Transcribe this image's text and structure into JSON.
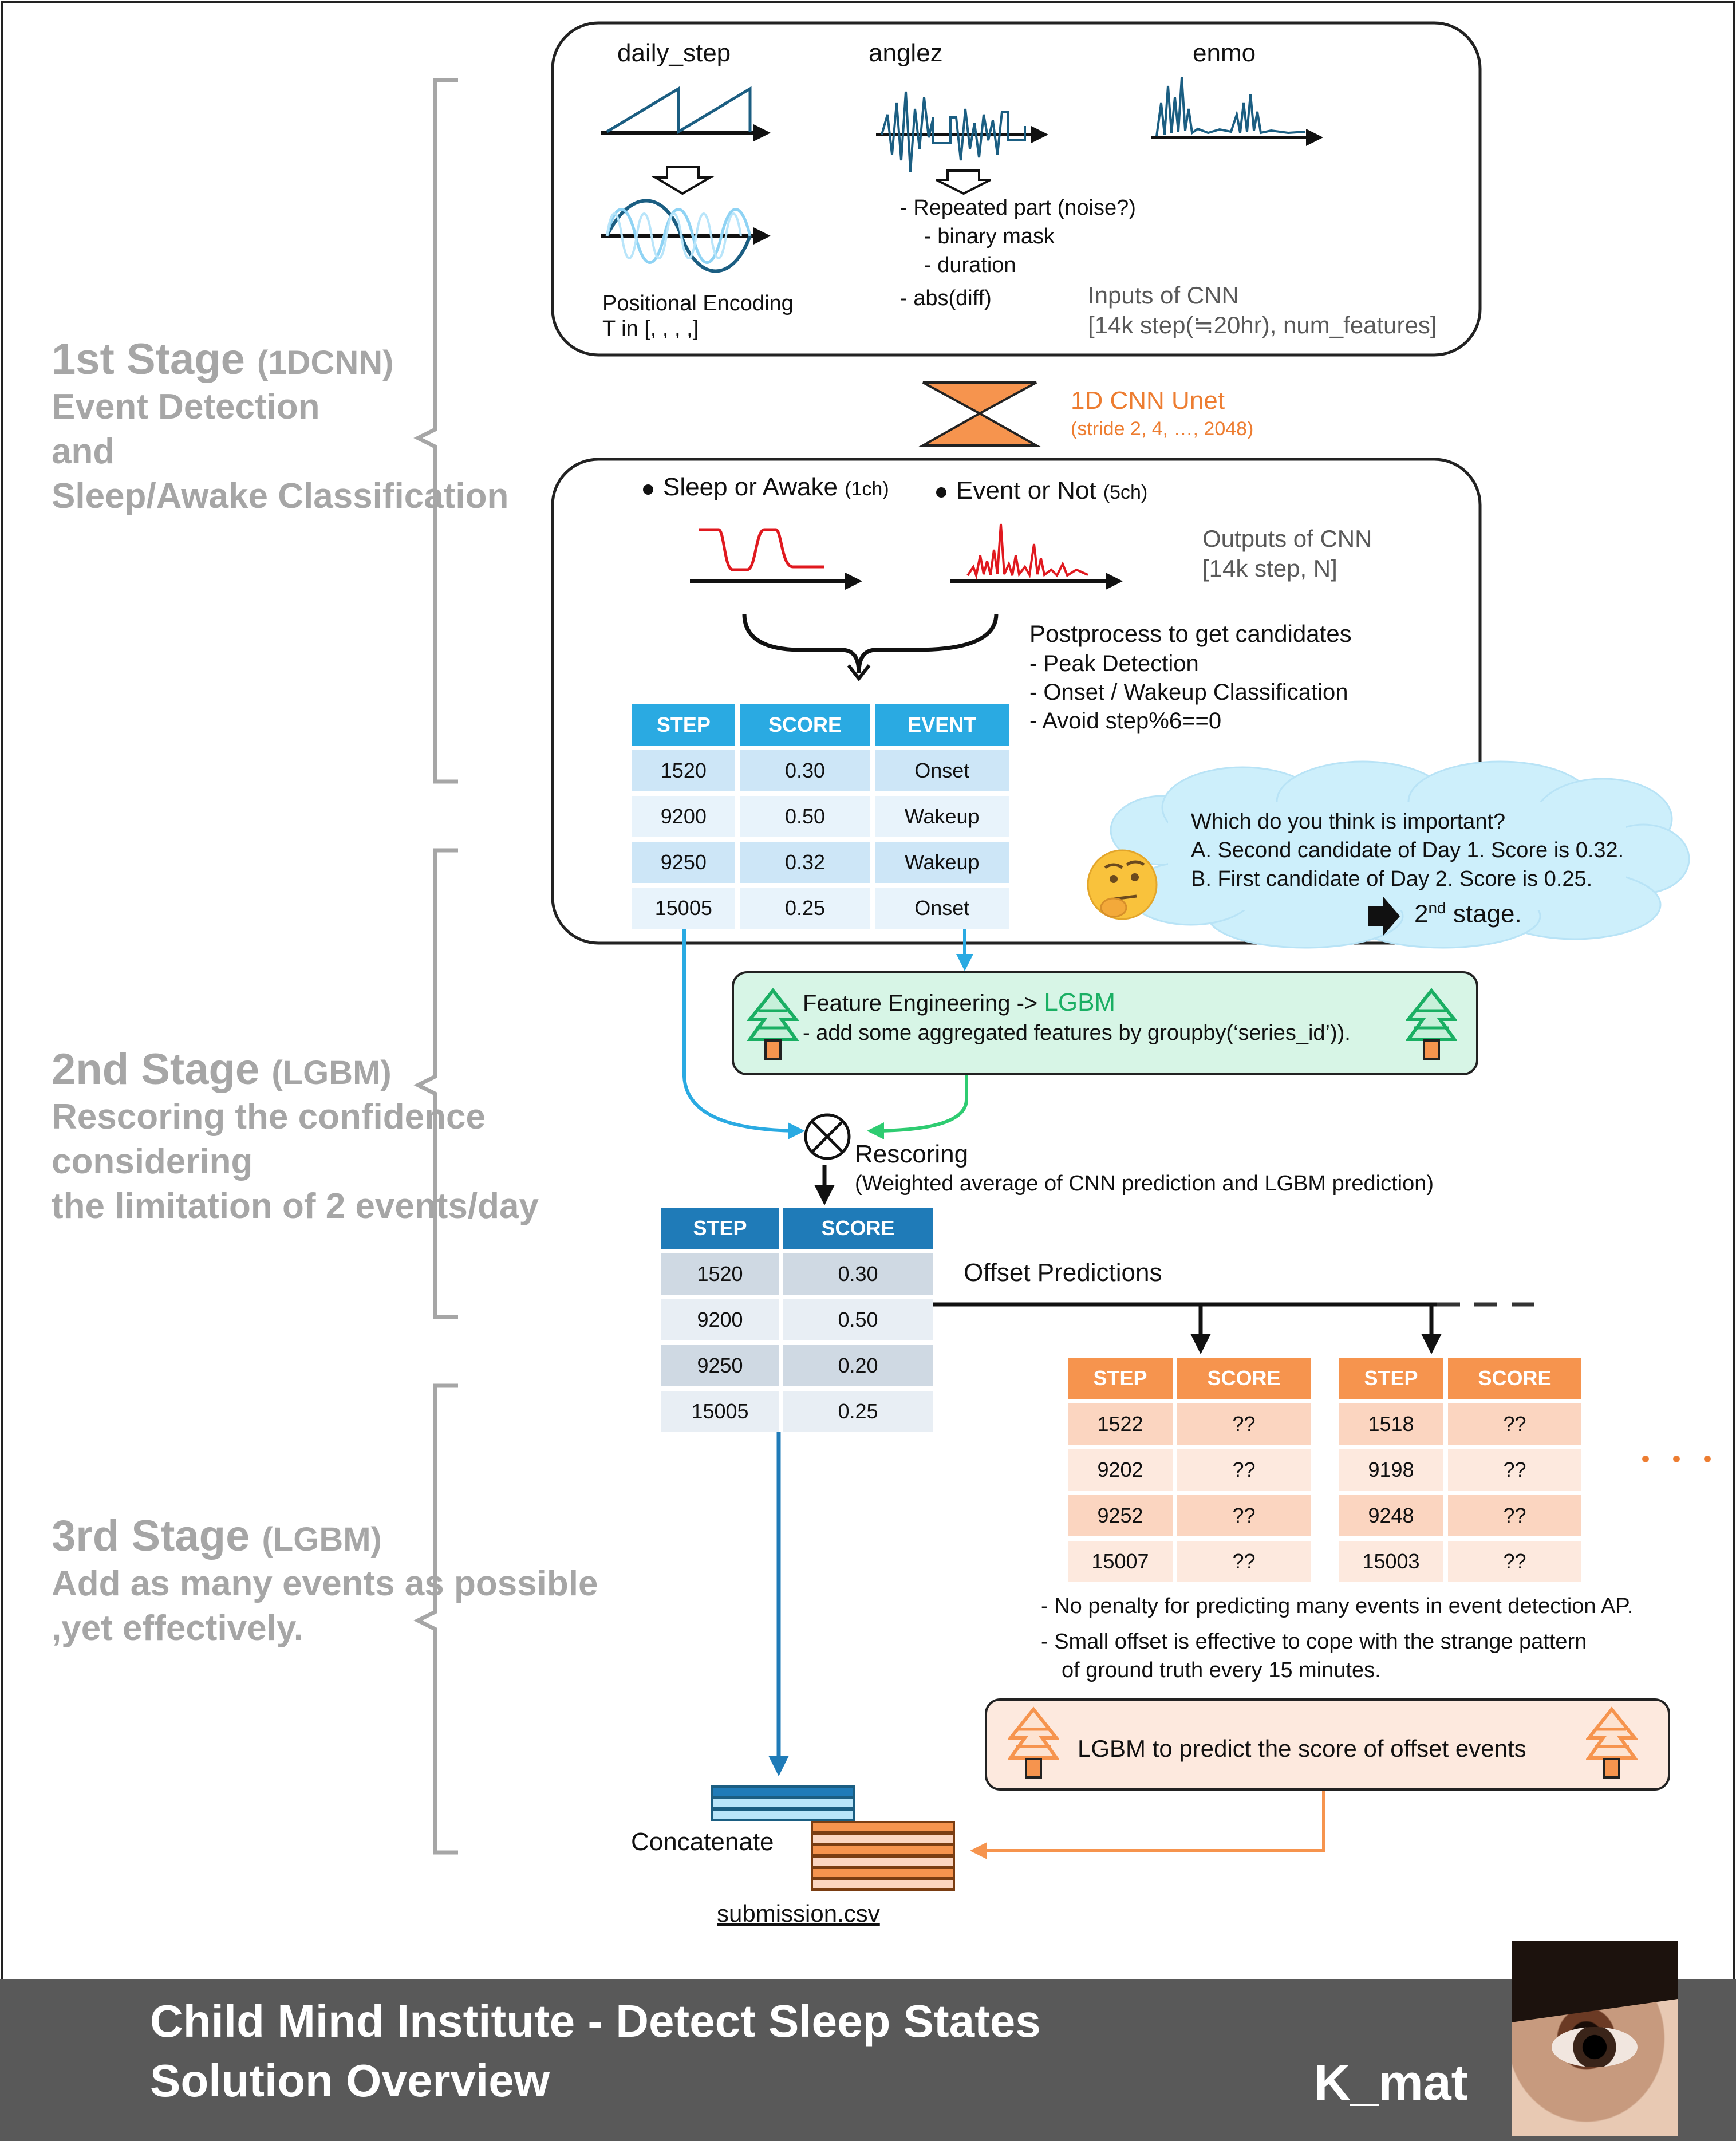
{
  "stages": {
    "s1": {
      "title": "1st Stage",
      "model": "(1DCNN)",
      "desc": [
        "Event Detection",
        "and",
        "Sleep/Awake Classification"
      ]
    },
    "s2": {
      "title": "2nd Stage",
      "model": "(LGBM)",
      "desc": [
        "Rescoring the confidence",
        "considering",
        "the limitation of 2 events/day"
      ]
    },
    "s3": {
      "title": "3rd Stage",
      "model": "(LGBM)",
      "desc": [
        "Add as many events as possible",
        ",yet effectively."
      ]
    }
  },
  "inputs": {
    "daily_step": "daily_step",
    "anglez": "anglez",
    "enmo": "enmo",
    "pos_enc": [
      "Positional Encoding",
      "T in [, , , ,]"
    ],
    "anglez_notes": [
      "- Repeated part (noise?)",
      "- binary mask",
      "- duration",
      "- abs(diff)"
    ],
    "caption": [
      "Inputs of CNN",
      "[14k step(≒20hr), num_features]"
    ]
  },
  "cnn": {
    "name": "1D CNN Unet",
    "stride": "(stride 2, 4, …, 2048)"
  },
  "outputs": {
    "sleep_label": "Sleep or Awake",
    "sleep_ch": "(1ch)",
    "event_label": "Event or Not",
    "event_ch": "(5ch)",
    "caption": [
      "Outputs of CNN",
      "[14k step, N]"
    ],
    "postprocess": [
      "Postprocess to get candidates",
      "- Peak Detection",
      "- Onset / Wakeup Classification",
      "- Avoid step%6==0"
    ]
  },
  "candidates": {
    "headers": [
      "STEP",
      "SCORE",
      "EVENT"
    ],
    "rows": [
      [
        "1520",
        "0.30",
        "Onset"
      ],
      [
        "9200",
        "0.50",
        "Wakeup"
      ],
      [
        "9250",
        "0.32",
        "Wakeup"
      ],
      [
        "15005",
        "0.25",
        "Onset"
      ]
    ]
  },
  "bubble": {
    "question": "Which do you think is important?",
    "a": "A. Second candidate of Day 1. Score is 0.32.",
    "b": "B. First candidate of Day 2. Score is 0.25.",
    "stage_num": "2",
    "stage_sup": "nd",
    "stage_rest": " stage."
  },
  "fe": {
    "line1": "Feature Engineering -> ",
    "lgbm": "LGBM",
    "line2": "- add some aggregated features by groupby(‘series_id’))."
  },
  "rescoring": {
    "title": "Rescoring",
    "detail": "(Weighted average of CNN prediction and LGBM prediction)"
  },
  "rescored": {
    "headers": [
      "STEP",
      "SCORE"
    ],
    "rows": [
      [
        "1520",
        "0.30"
      ],
      [
        "9200",
        "0.50"
      ],
      [
        "9250",
        "0.20"
      ],
      [
        "15005",
        "0.25"
      ]
    ]
  },
  "offset": {
    "label": "Offset Predictions",
    "table1": {
      "headers": [
        "STEP",
        "SCORE"
      ],
      "rows": [
        [
          "1522",
          "??"
        ],
        [
          "9202",
          "??"
        ],
        [
          "9252",
          "??"
        ],
        [
          "15007",
          "??"
        ]
      ]
    },
    "table2": {
      "headers": [
        "STEP",
        "SCORE"
      ],
      "rows": [
        [
          "1518",
          "??"
        ],
        [
          "9198",
          "??"
        ],
        [
          "9248",
          "??"
        ],
        [
          "15003",
          "??"
        ]
      ]
    },
    "ellipsis": "・・・",
    "notes": [
      "- No penalty for predicting many events in event detection AP.",
      "- Small offset is effective to cope with the strange pattern",
      "of ground truth every 15 minutes."
    ]
  },
  "lgbm_offset": "LGBM to predict the score of offset events",
  "concat": "Concatenate",
  "submission": "submission.csv",
  "footer": {
    "title1": "Child Mind Institute - Detect Sleep States",
    "title2": "Solution Overview",
    "author": "K_mat"
  },
  "colors": {
    "accent_orange": "#ed7d31",
    "blue_arrow": "#2aaae2",
    "green_arrow": "#2ecc71",
    "dark_blue": "#1f7bb8",
    "stage_gray": "#a6a6a6"
  }
}
